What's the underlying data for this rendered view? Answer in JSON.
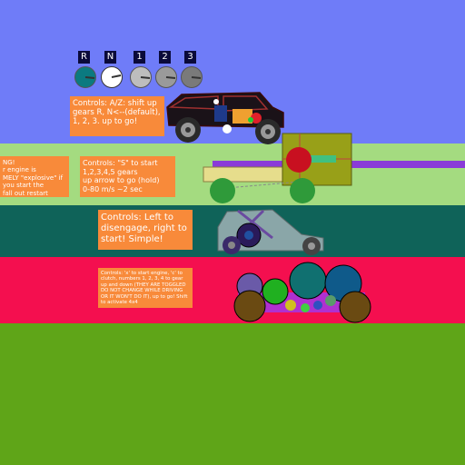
{
  "gears": [
    {
      "label": "R",
      "color": "#0b7a80",
      "selected": false
    },
    {
      "label": "N",
      "color": "#ffffff",
      "selected": true
    },
    {
      "label": "1",
      "color": "#bdbdbd",
      "selected": false
    },
    {
      "label": "2",
      "color": "#9a9a9a",
      "selected": false
    },
    {
      "label": "3",
      "color": "#7a7a7a",
      "selected": false
    }
  ],
  "notes": {
    "car1": "Controls: A/Z: shift up gears R, N<--(default), 1, 2, 3. up to go!",
    "warning": "NG!\nr engine is\nMELY \"explosive\" if\nyou start the\nfall out restart",
    "car2": "Controls: \"S\" to start\n1,2,3,4,5 gears\nup arrow to go (hold)\n0-80 m/s ~2 sec",
    "car3": "Controls: Left to disengage, right to start! Simple!",
    "car4": "Controls: 'x' to start engine, 'c' to clutch, numbers 1, 2, 3, 4 to gear up and down (THEY ARE TOGGLED DO NOT CHANGE WHILE DRIVING OR IT WON'T DO IT), up to go! Shift to activate 4x4"
  },
  "colors": {
    "sky": "#6f7cf8",
    "lawn": "#a4db80",
    "teal": "#0f6359",
    "crimson": "#f40f4f",
    "grass": "#5fa518",
    "note": "#f88a3a"
  }
}
